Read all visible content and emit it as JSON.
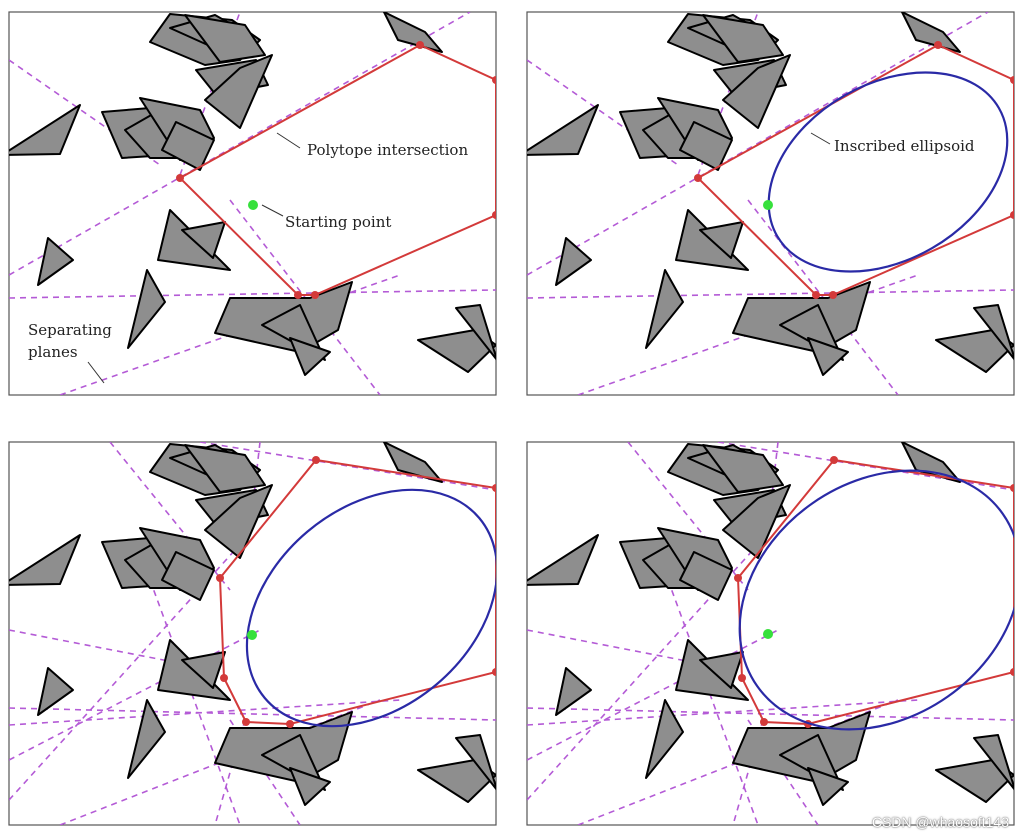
{
  "colors": {
    "obstacle_fill": "#8e8e8e",
    "obstacle_stroke": "#000000",
    "polytope": "#d33a3a",
    "ellipse": "#2a2aa6",
    "plane": "#b45bd6",
    "start": "#37e03c",
    "frame": "#555555"
  },
  "labels": {
    "polytope_intersection": "Polytope intersection",
    "starting_point": "Starting point",
    "separating_planes_1": "Separating",
    "separating_planes_2": "planes",
    "inscribed_ellipsoid": "Inscribed ellipsoid"
  },
  "watermark": "CSDN @whaosoft143",
  "panels": [
    {
      "id": "top-left",
      "has_ellipse": false
    },
    {
      "id": "top-right",
      "has_ellipse": true
    },
    {
      "id": "bottom-left",
      "has_ellipse": true
    },
    {
      "id": "bottom-right",
      "has_ellipse": true
    }
  ]
}
